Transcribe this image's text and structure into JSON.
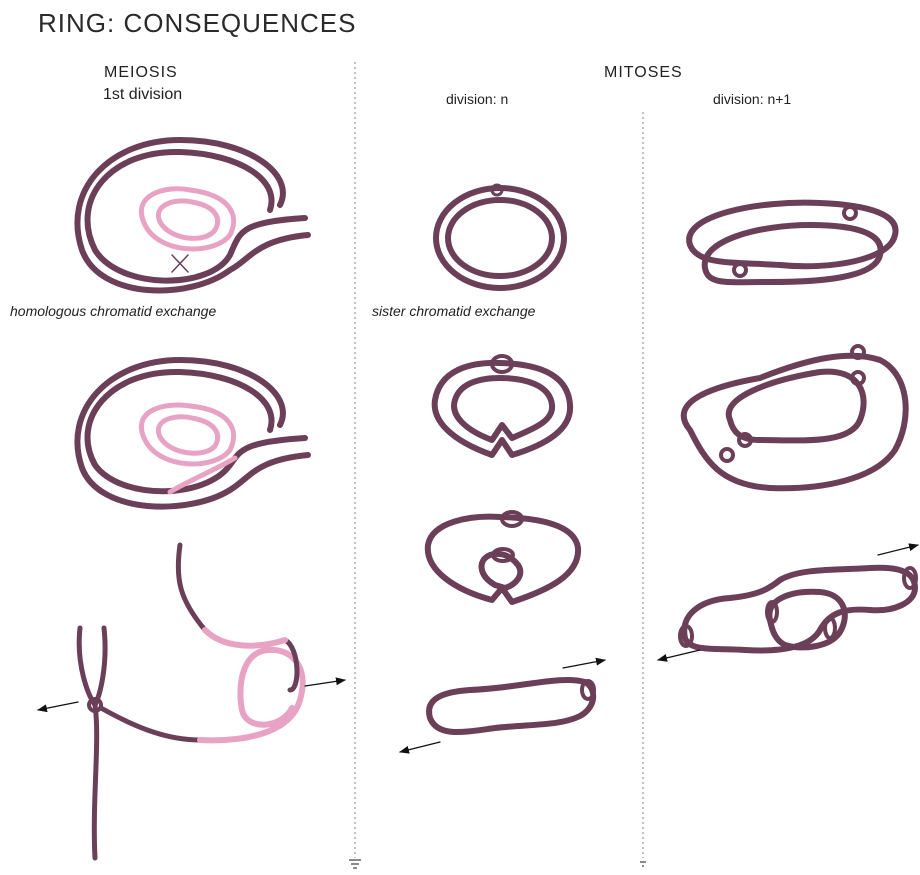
{
  "title": "RING: CONSEQUENCES",
  "columns": {
    "meiosis": {
      "heading": "MEIOSIS",
      "subheading": "1st division"
    },
    "mitoses": {
      "heading": "MITOSES",
      "division_n": "division: n",
      "division_n1": "division: n+1"
    }
  },
  "captions": {
    "homologous": "homologous chromatid exchange",
    "sister": "sister chromatid exchange"
  },
  "colors": {
    "chromatid_dark": "#6b3f58",
    "chromatid_pink": "#e8a3c4",
    "divider": "#9a9a9a",
    "arrow": "#111111"
  }
}
